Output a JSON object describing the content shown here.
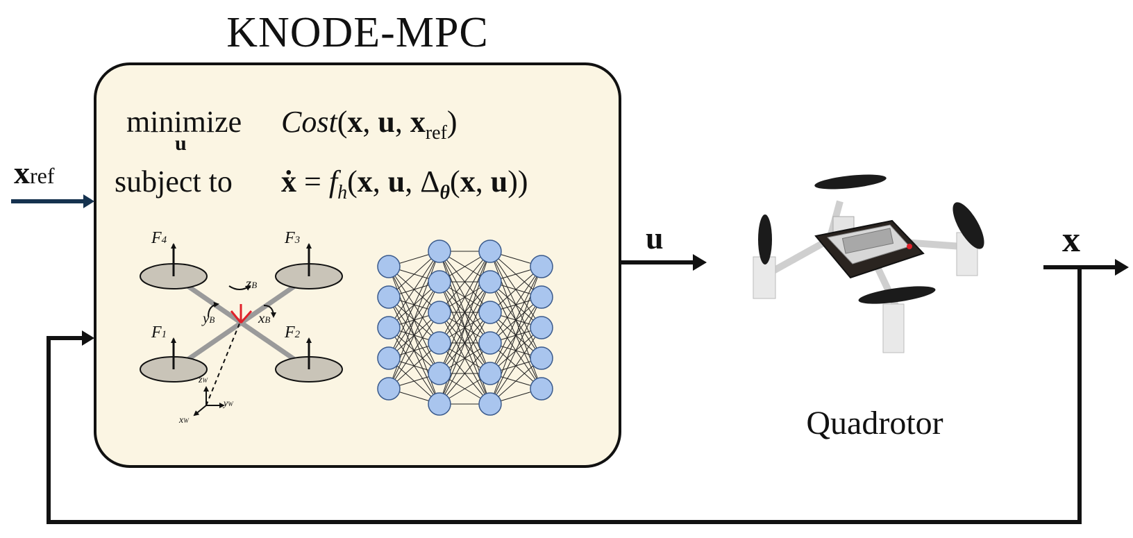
{
  "title": "KNODE-MPC",
  "optimization": {
    "line1_keyword": "minimize",
    "line1_under": "u",
    "line1_cost": "Cost",
    "line1_args_open": "(",
    "line1_x": "x",
    "line1_comma1": ", ",
    "line1_u": "u",
    "line1_comma2": ", ",
    "line1_xref_x": "x",
    "line1_xref_sub": "ref",
    "line1_close": ")",
    "line2_keyword": "subject to",
    "line2_lhs": "ẋ",
    "line2_eq": " = ",
    "line2_f": "f",
    "line2_f_sub": "h",
    "line2_rest_a": "(",
    "line2_x": "x",
    "line2_c1": ", ",
    "line2_u": "u",
    "line2_c2": ", Δ",
    "line2_theta": "θ",
    "line2_p": "(",
    "line2_x2": "x",
    "line2_c3": ", ",
    "line2_u2": "u",
    "line2_close": "))"
  },
  "signals": {
    "input_x": "x",
    "input_sub": "ref",
    "control": "u",
    "output": "x"
  },
  "quadrotor_label": "Quadrotor",
  "quad_diagram": {
    "F4": "F",
    "F4_sub": "4",
    "F3": "F",
    "F3_sub": "3",
    "F1": "F",
    "F1_sub": "1",
    "F2": "F",
    "F2_sub": "2",
    "zB": "z",
    "zB_sub": "B",
    "yB": "y",
    "yB_sub": "B",
    "xB": "x",
    "xB_sub": "B",
    "zW": "z",
    "zW_sub": "W",
    "yW": "y",
    "yW_sub": "W",
    "xW": "x",
    "xW_sub": "W"
  },
  "neural_net": {
    "layer_sizes": [
      5,
      6,
      6,
      5
    ]
  },
  "colors": {
    "mpc_fill": "#fbf5e3",
    "input_arrow": "#15324f",
    "node_fill": "#a9c5ee",
    "node_stroke": "#3a5a8c",
    "rotor_fill": "#c9c4b8",
    "arm": "#9a9a9a",
    "body_axes": "#e0202a"
  }
}
